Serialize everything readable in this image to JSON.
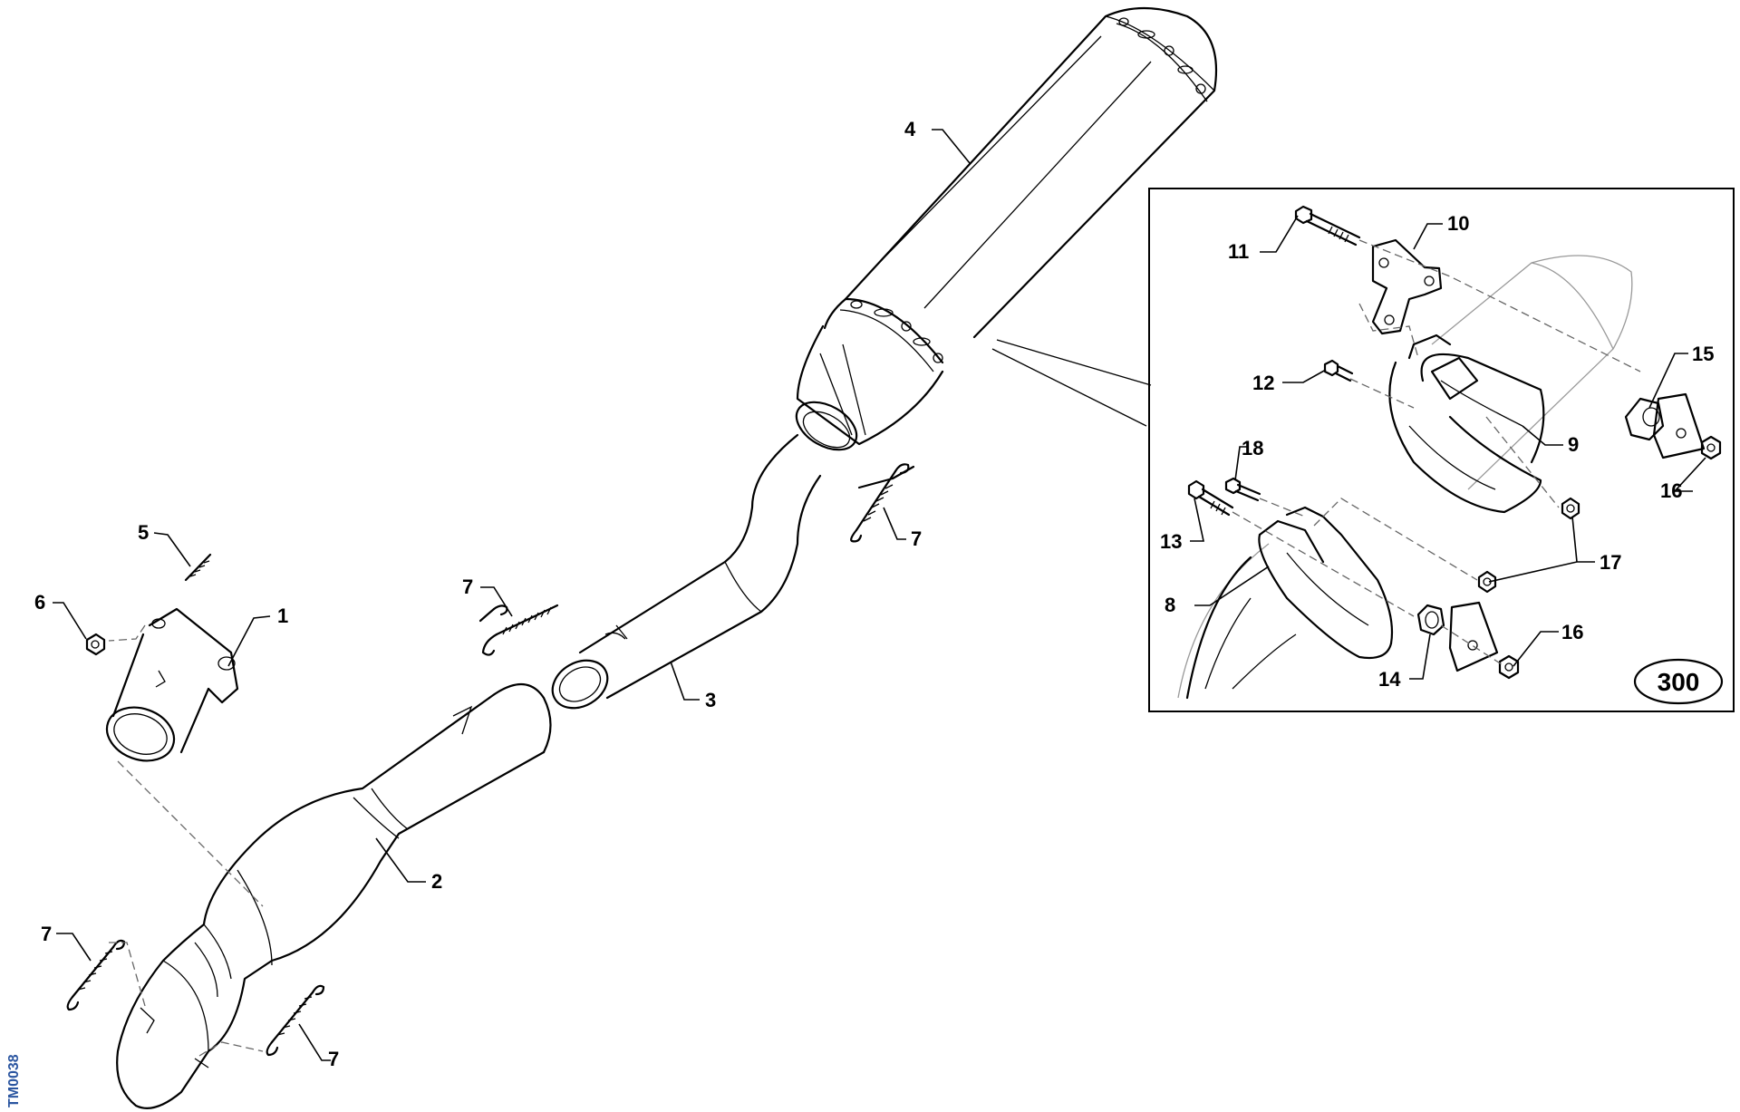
{
  "drawing_code": "TM0038",
  "inset_badge": "300",
  "callouts": {
    "c1": "1",
    "c2": "2",
    "c3": "3",
    "c4": "4",
    "c5": "5",
    "c6": "6",
    "c7a": "7",
    "c7b": "7",
    "c7c": "7",
    "c7d": "7",
    "c8": "8",
    "c9": "9",
    "c10": "10",
    "c11": "11",
    "c12": "12",
    "c13": "13",
    "c14": "14",
    "c15": "15",
    "c16a": "16",
    "c16b": "16",
    "c17": "17",
    "c18": "18"
  }
}
